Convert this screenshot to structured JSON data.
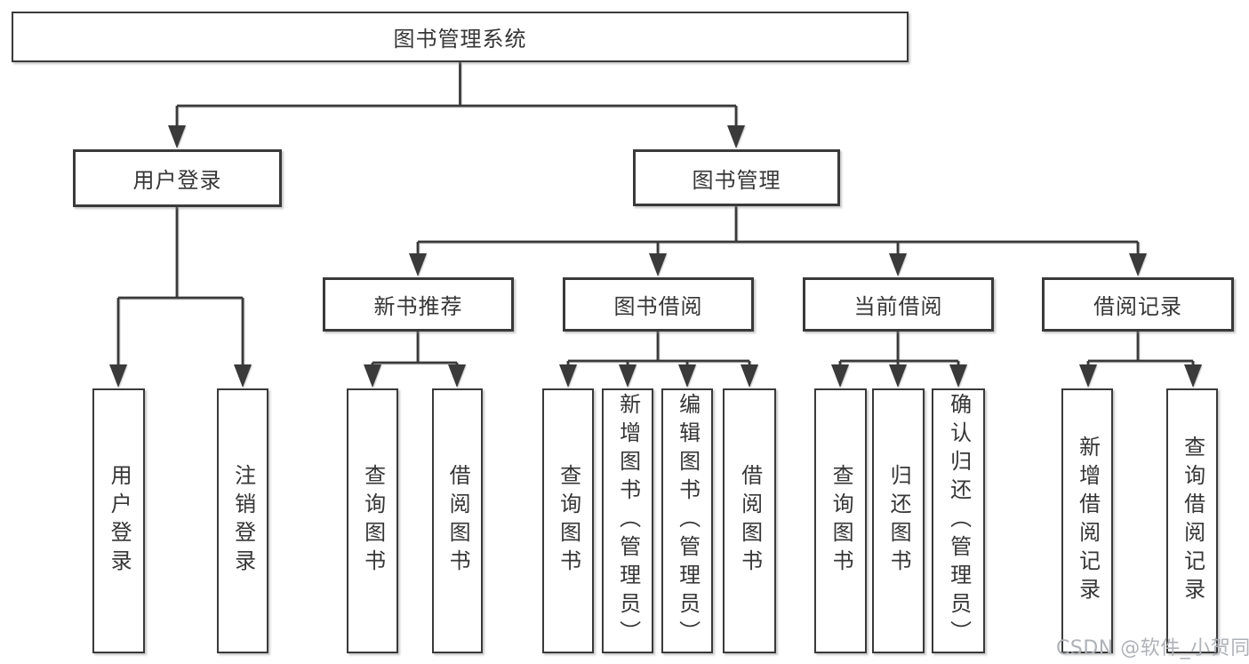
{
  "colors": {
    "page-bg": "#ffffff",
    "box-bg": "#ffffff",
    "line": "#3a3a3a",
    "text": "#363636",
    "watermark": "#aeb2b7"
  },
  "diagram": {
    "root": {
      "label": "图书管理系统"
    },
    "level2": [
      {
        "id": "user-login",
        "label": "用户登录"
      },
      {
        "id": "book-management",
        "label": "图书管理"
      }
    ],
    "level3": [
      {
        "id": "new-book-recommendation",
        "label": "新书推荐"
      },
      {
        "id": "book-borrowing",
        "label": "图书借阅"
      },
      {
        "id": "current-borrowing",
        "label": "当前借阅"
      },
      {
        "id": "borrowing-records",
        "label": "借阅记录"
      }
    ],
    "leaves": {
      "user_login": [
        {
          "label": "用户登录"
        },
        {
          "label": "注销登录"
        }
      ],
      "new_book_recommendation": [
        {
          "label": "查询图书"
        },
        {
          "label": "借阅图书"
        }
      ],
      "book_borrowing": [
        {
          "label": "查询图书"
        },
        {
          "label": "新增图书（管理员）"
        },
        {
          "label": "编辑图书（管理员）"
        },
        {
          "label": "借阅图书"
        }
      ],
      "current_borrowing": [
        {
          "label": "查询图书"
        },
        {
          "label": "归还图书"
        },
        {
          "label": "确认归还（管理员）"
        }
      ],
      "borrowing_records": [
        {
          "label": "新增借阅记录"
        },
        {
          "label": "查询借阅记录"
        }
      ]
    }
  },
  "watermark": {
    "text": "CSDN @软件_小贺同学"
  }
}
